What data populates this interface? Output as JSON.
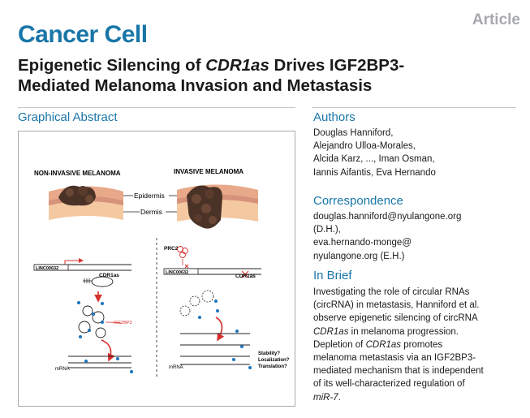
{
  "header": {
    "article_label": "Article",
    "journal": "Cancer Cell",
    "title_part1": "Epigenetic Silencing of ",
    "title_italic": "CDR1as",
    "title_part2": " Drives IGF2BP3-",
    "title_line2": "Mediated Melanoma Invasion and Metastasis"
  },
  "graphical_abstract": {
    "heading": "Graphical Abstract",
    "left_panel_title": "NON-INVASIVE MELANOMA",
    "right_panel_title": "INVASIVE MELANOMA",
    "epidermis_label": "Epidermis",
    "dermis_label": "Dermis",
    "prc2_label": "PRC2",
    "linc_label_left": "LINC00632",
    "linc_label_right": "LINC00632",
    "cdr1as_label_left": "CDR1as",
    "cdr1as_label_right": "CDR1as",
    "igf2bp3_label": "IGF2BP3",
    "mrna_label_left": "mRNA",
    "mrna_label_right": "mRNA",
    "question_line1": "Stability?",
    "question_line2": "Localization?",
    "question_line3": "Translation?"
  },
  "authors": {
    "heading": "Authors",
    "lines": [
      "Douglas Hanniford,",
      "Alejandro Ulloa-Morales,",
      "Alcida Karz, ..., Iman Osman,",
      "Iannis Aifantis, Eva Hernando"
    ]
  },
  "correspondence": {
    "heading": "Correspondence",
    "lines": [
      "douglas.hanniford@nyulangone.org",
      "(D.H.),",
      "eva.hernando-monge@",
      "nyulangone.org (E.H.)"
    ]
  },
  "in_brief": {
    "heading": "In Brief",
    "line1": "Investigating the role of circular RNAs",
    "line2": "(circRNA) in metastasis, Hanniford et al.",
    "line3": "observe epigenetic silencing of circRNA",
    "line4_italic": "CDR1as",
    "line4_rest": " in melanoma progression.",
    "line5_pre": "Depletion of ",
    "line5_italic": "CDR1as",
    "line5_rest": " promotes",
    "line6": "melanoma metastasis via an IGF2BP3-",
    "line7": "mediated mechanism that is independent",
    "line8": "of its well-characterized regulation of",
    "line9_italic": "miR-7",
    "line9_rest": "."
  },
  "colors": {
    "brand_blue": "#1976a8",
    "gray_label": "#a7a9ac",
    "red_arrow": "#d7312c",
    "dot_blue": "#1c75bc"
  }
}
